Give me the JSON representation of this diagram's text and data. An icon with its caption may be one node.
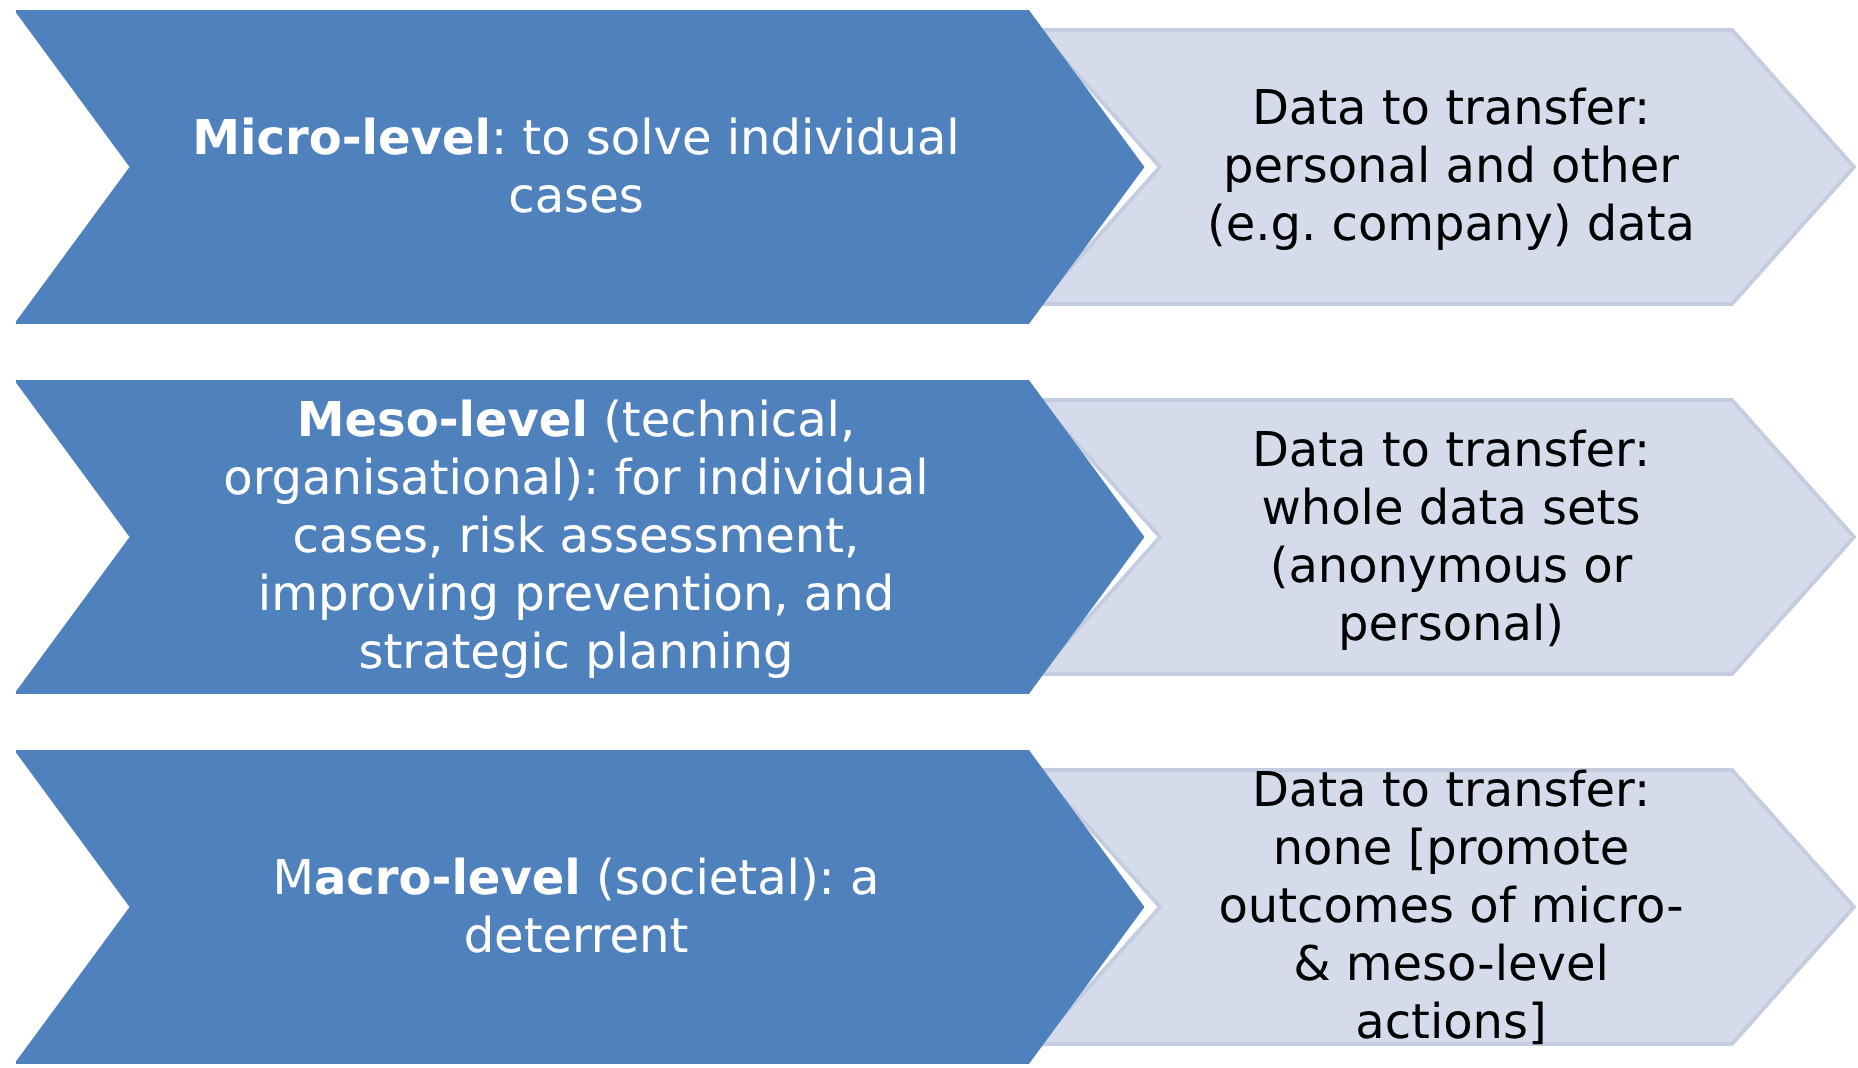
{
  "diagram": {
    "nodes": [
      {
        "text": [
          "**Micro-level**: to solve individual cases"
        ]
      },
      {
        "text": [
          "Data to transfer: personal and other (e.g. company) data"
        ]
      },
      {
        "text": [
          "**Meso-level** (technical, organisational): for individual cases, risk assessment, improving prevention, and strategic planning"
        ]
      },
      {
        "text": [
          "Data to transfer: whole data sets (anonymous or personal)"
        ]
      },
      {
        "text": [
          "M**acro-level** (societal): a deterrent"
        ]
      },
      {
        "text": [
          "Data to transfer: none [promote outcomes of micro- & meso-level actions]"
        ]
      }
    ]
  }
}
